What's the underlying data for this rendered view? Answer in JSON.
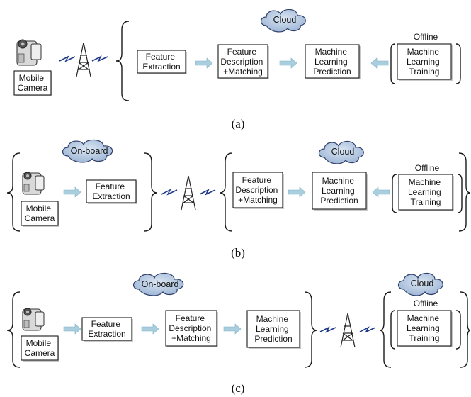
{
  "labels": {
    "feature_extraction": [
      "Feature",
      "Extraction"
    ],
    "feature_description": [
      "Feature",
      "Description",
      "+Matching"
    ],
    "ml_prediction": [
      "Machine",
      "Learning",
      "Prediction"
    ],
    "ml_training": [
      "Machine",
      "Learning",
      "Training"
    ],
    "mobile_camera": [
      "Mobile",
      "Camera"
    ],
    "cloud": "Cloud",
    "onboard": "On-board",
    "offline": "Offline"
  },
  "captions": {
    "a": "(a)",
    "b": "(b)",
    "c": "(c)"
  },
  "colors": {
    "cloud_fill": "#b9cde6",
    "cloud_stroke": "#2f3f6b",
    "arrow": "#a9cfdf",
    "signal_bolt": "#c9e03a"
  }
}
